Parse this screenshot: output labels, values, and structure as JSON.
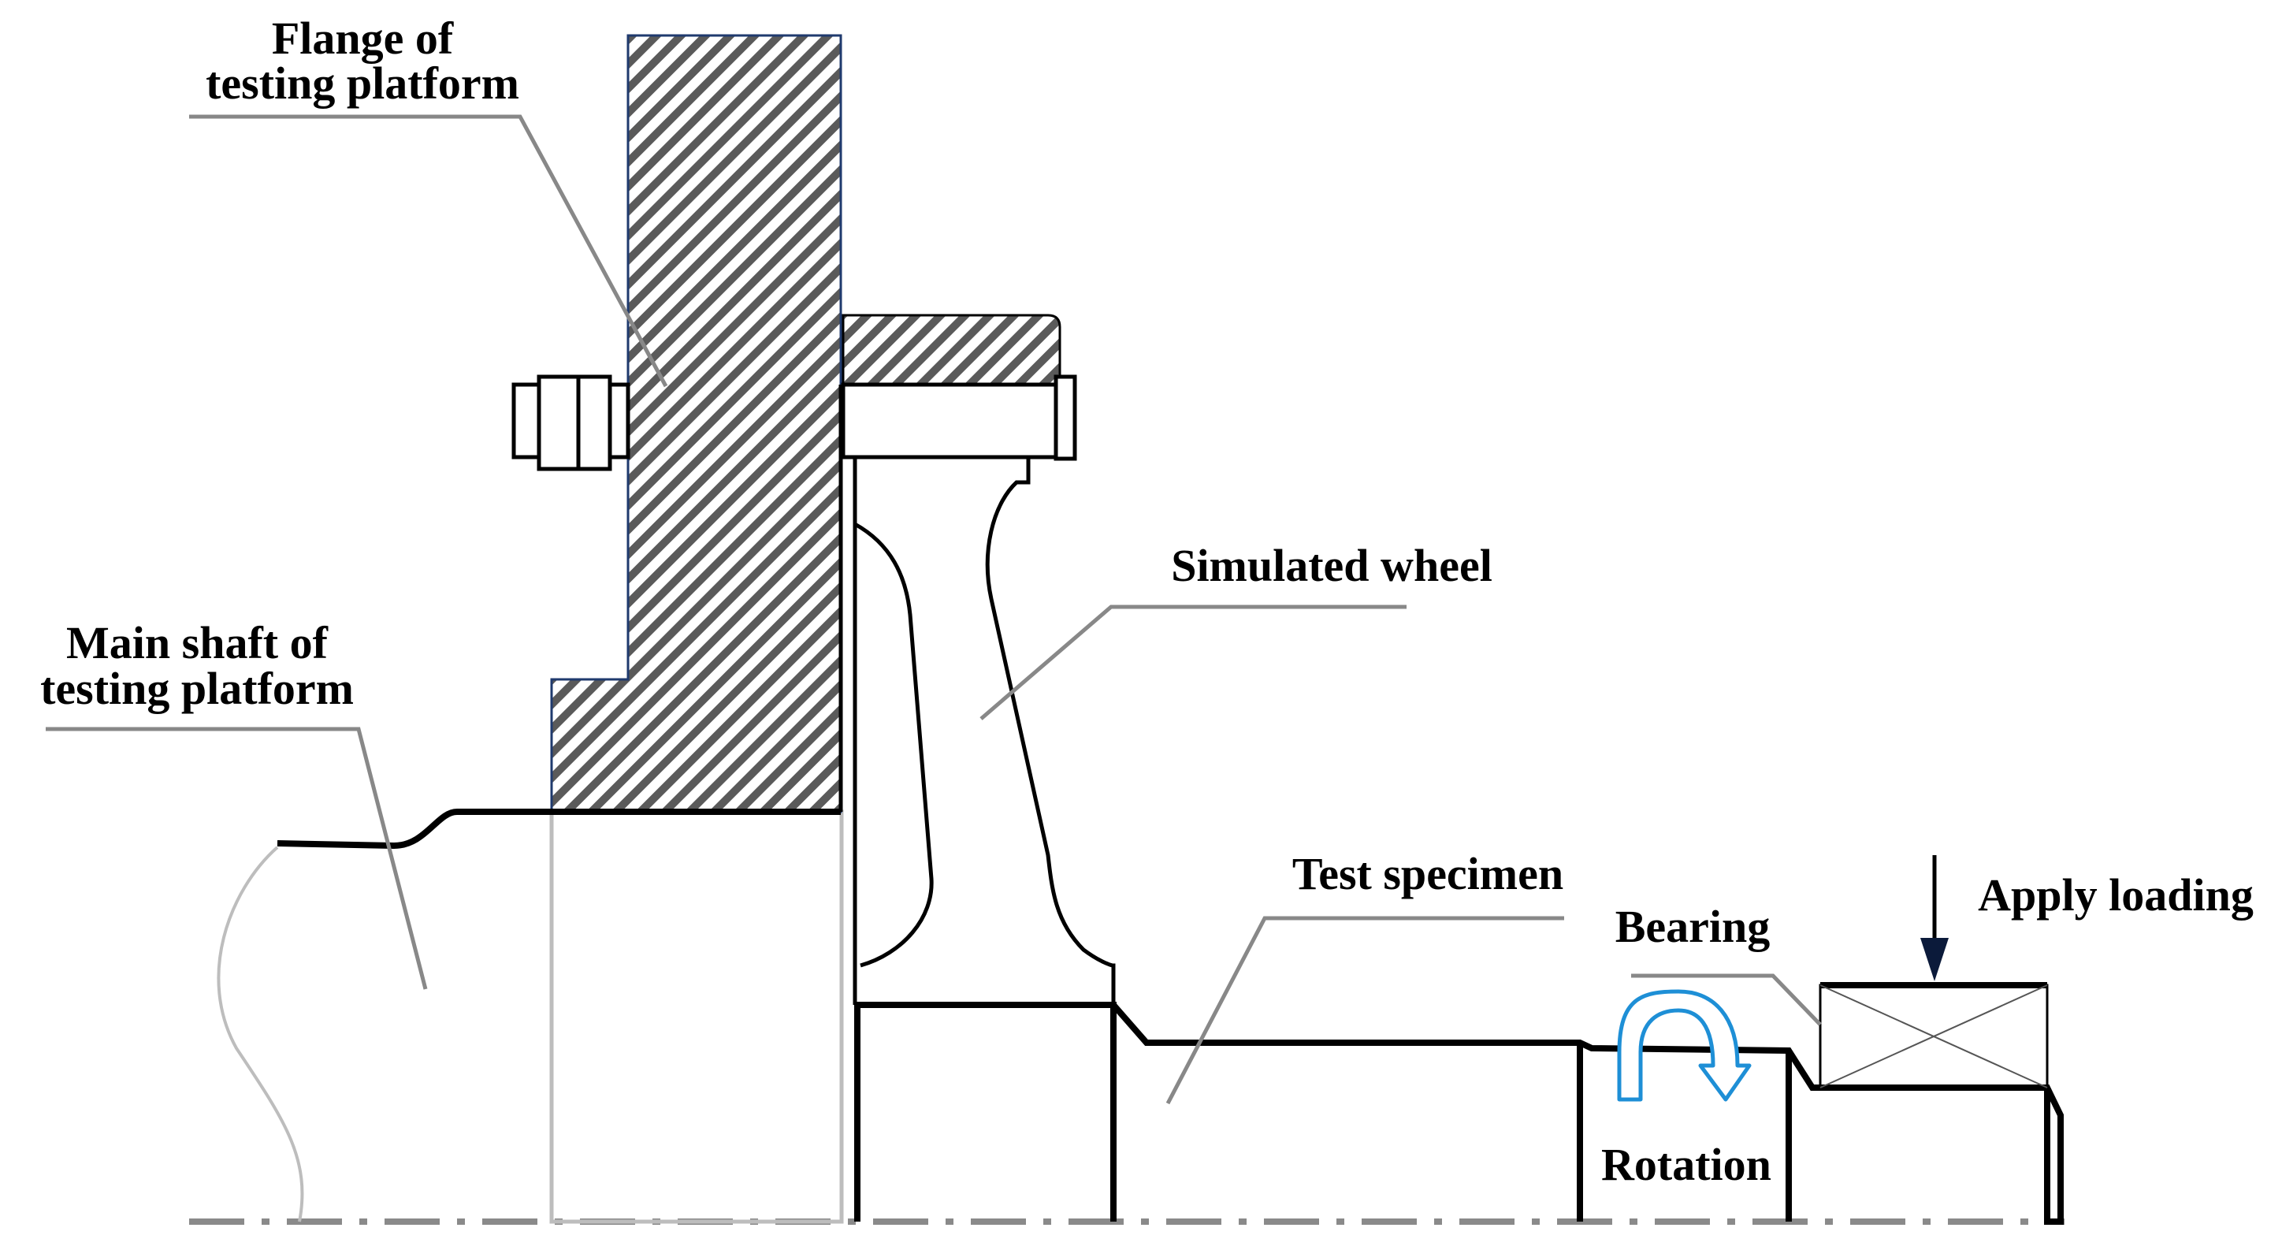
{
  "labels": {
    "flange_line1": "Flange of",
    "flange_line2": "testing platform",
    "simulated_wheel": "Simulated wheel",
    "main_shaft_line1": "Main shaft of",
    "main_shaft_line2": "testing platform",
    "test_specimen": "Test specimen",
    "bearing": "Bearing",
    "apply_loading": "Apply loading",
    "rotation": "Rotation"
  },
  "colors": {
    "outline": "#000000",
    "hatch": "#5a5a5a",
    "leader": "#888888",
    "light_outline": "#bdbdbd",
    "rotation_arrow": "#1e8fd6",
    "flange_border": "#1f3a6e"
  }
}
